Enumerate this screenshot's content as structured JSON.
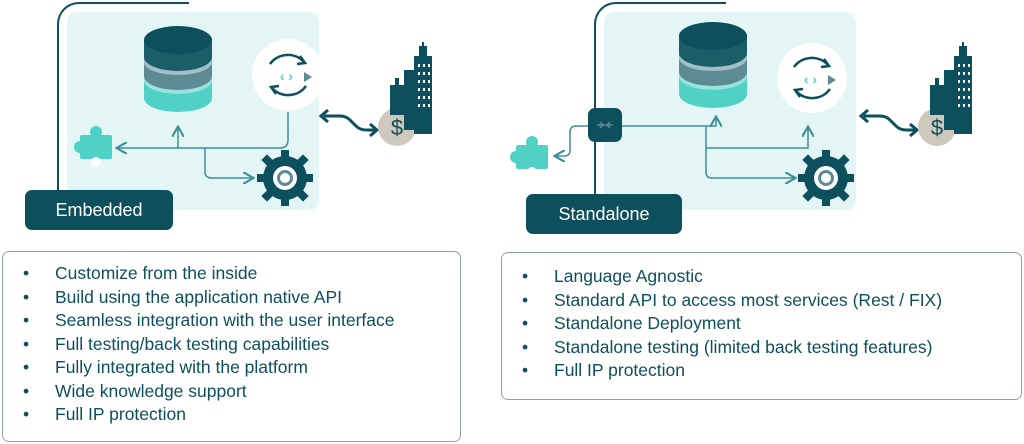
{
  "colors": {
    "dark_teal": "#0d4f5c",
    "mid_teal": "#3f8e96",
    "light_teal": "#e3f6f5",
    "aqua": "#4fd1c5",
    "gray": "#5e8a94",
    "coin": "#cfc9bd"
  },
  "embedded": {
    "label": "Embedded",
    "bullets": [
      "Customize from the inside",
      "Build using the application native API",
      "Seamless integration with the user interface",
      "Full testing/back testing capabilities",
      "Fully integrated with the platform",
      "Wide knowledge support",
      "Full IP protection"
    ]
  },
  "standalone": {
    "label": "Standalone",
    "bullets": [
      "Language Agnostic",
      "Standard API to access most services (Rest / FIX)",
      "Standalone Deployment",
      "Standalone testing (limited back testing features)",
      "Full IP protection"
    ]
  },
  "icons": [
    "database-icon",
    "code-refresh-icon",
    "gear-icon",
    "puzzle-icon",
    "building-icon",
    "dollar-coin-icon",
    "double-arrow-icon",
    "api-gateway-icon"
  ]
}
